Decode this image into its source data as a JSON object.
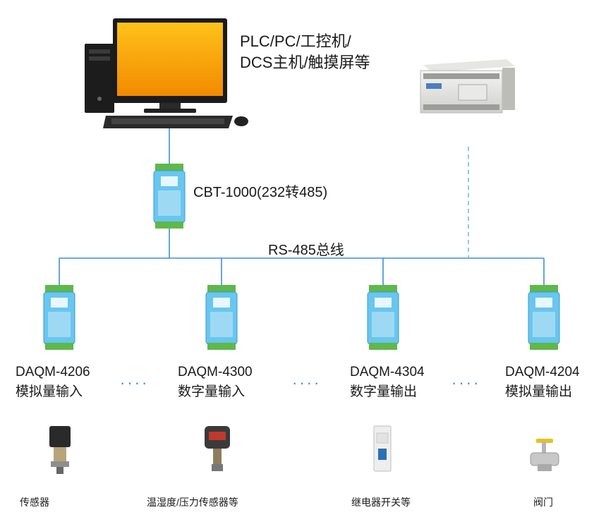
{
  "host_label": [
    "PLC/PC/工控机/",
    "DCS主机/触摸屏等"
  ],
  "converter_label": "CBT-1000(232转485)",
  "bus_label": "RS-485总线",
  "modules": [
    {
      "model": "DAQM-4206",
      "function": "模拟量输入"
    },
    {
      "model": "DAQM-4300",
      "function": "数字量输入"
    },
    {
      "model": "DAQM-4304",
      "function": "数字量输出"
    },
    {
      "model": "DAQM-4204",
      "function": "模拟量输出"
    }
  ],
  "devices": [
    "传感器",
    "温湿度/压力传感器等",
    "继电器开关等",
    "阀门"
  ],
  "ellipsis": "····",
  "colors": {
    "bus_line": "#3d8fd8",
    "module_body": "#68c6ef",
    "terminal": "#5fb84a"
  }
}
